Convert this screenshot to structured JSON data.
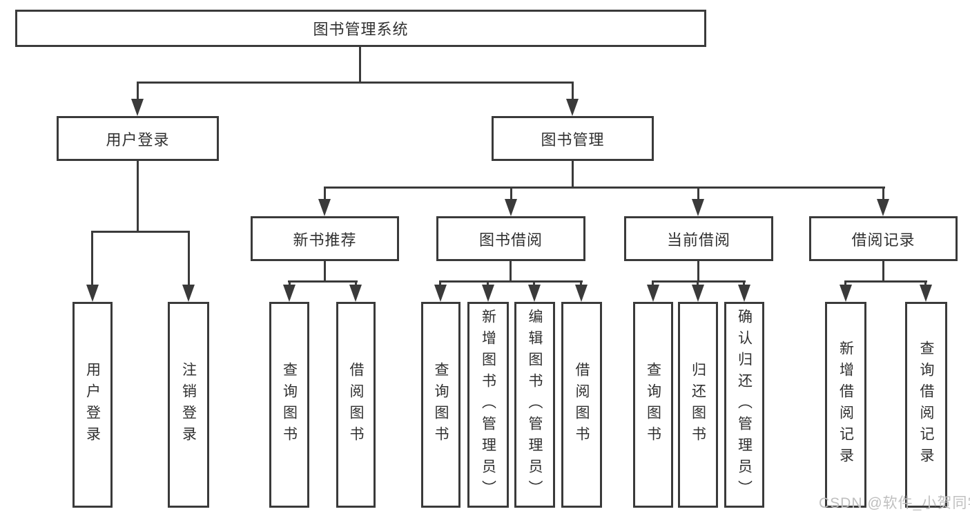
{
  "colors": {
    "line": "#3a3a3a",
    "text": "#303030",
    "watermark": "#bfbfbf",
    "background": "#ffffff"
  },
  "watermark": "CSDN @软件_小贺同学",
  "tree": {
    "root": {
      "label": "图书管理系统"
    },
    "children": [
      {
        "label": "用户登录",
        "children": [
          {
            "label": "用户登录"
          },
          {
            "label": "注销登录"
          }
        ]
      },
      {
        "label": "图书管理",
        "children": [
          {
            "label": "新书推荐",
            "children": [
              {
                "label": "查询图书"
              },
              {
                "label": "借阅图书"
              }
            ]
          },
          {
            "label": "图书借阅",
            "children": [
              {
                "label": "查询图书"
              },
              {
                "label": "新增图书（管理员）"
              },
              {
                "label": "编辑图书（管理员）"
              },
              {
                "label": "借阅图书"
              }
            ]
          },
          {
            "label": "当前借阅",
            "children": [
              {
                "label": "查询图书"
              },
              {
                "label": "归还图书"
              },
              {
                "label": "确认归还（管理员）"
              }
            ]
          },
          {
            "label": "借阅记录",
            "children": [
              {
                "label": "新增借阅记录"
              },
              {
                "label": "查询借阅记录"
              }
            ]
          }
        ]
      }
    ]
  }
}
